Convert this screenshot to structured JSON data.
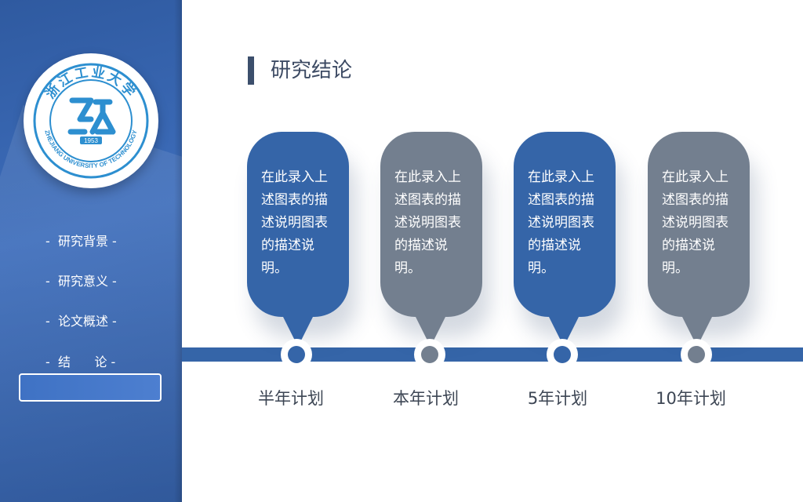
{
  "logo": {
    "top_chars": "浙江工业大学",
    "bottom_text": "ZHEJIANG UNIVERSITY OF TECHNOLOGY",
    "year": "1953"
  },
  "sidebar": {
    "items": [
      {
        "label": "-  研究背景 -"
      },
      {
        "label": "-  研究意义 -"
      },
      {
        "label": "-  论文概述 -"
      },
      {
        "label": "-  结      论 -"
      }
    ]
  },
  "main": {
    "title": "研究结论",
    "cards": [
      {
        "text": "在此录入上述图表的描述说明图表的描述说明。",
        "color": "#3565a8",
        "label": "半年计划"
      },
      {
        "text": "在此录入上述图表的描述说明图表的描述说明。",
        "color": "#737f8f",
        "label": "本年计划"
      },
      {
        "text": "在此录入上述图表的描述说明图表的描述说明。",
        "color": "#3565a8",
        "label": "5年计划"
      },
      {
        "text": "在此录入上述图表的描述说明图表的描述说明。",
        "color": "#737f8f",
        "label": "10年计划"
      }
    ]
  },
  "colors": {
    "sidebar_blue": "#3565a8",
    "card_gray": "#737f8f",
    "timeline": "#3565a8",
    "title_bar": "#3c4f6c"
  }
}
